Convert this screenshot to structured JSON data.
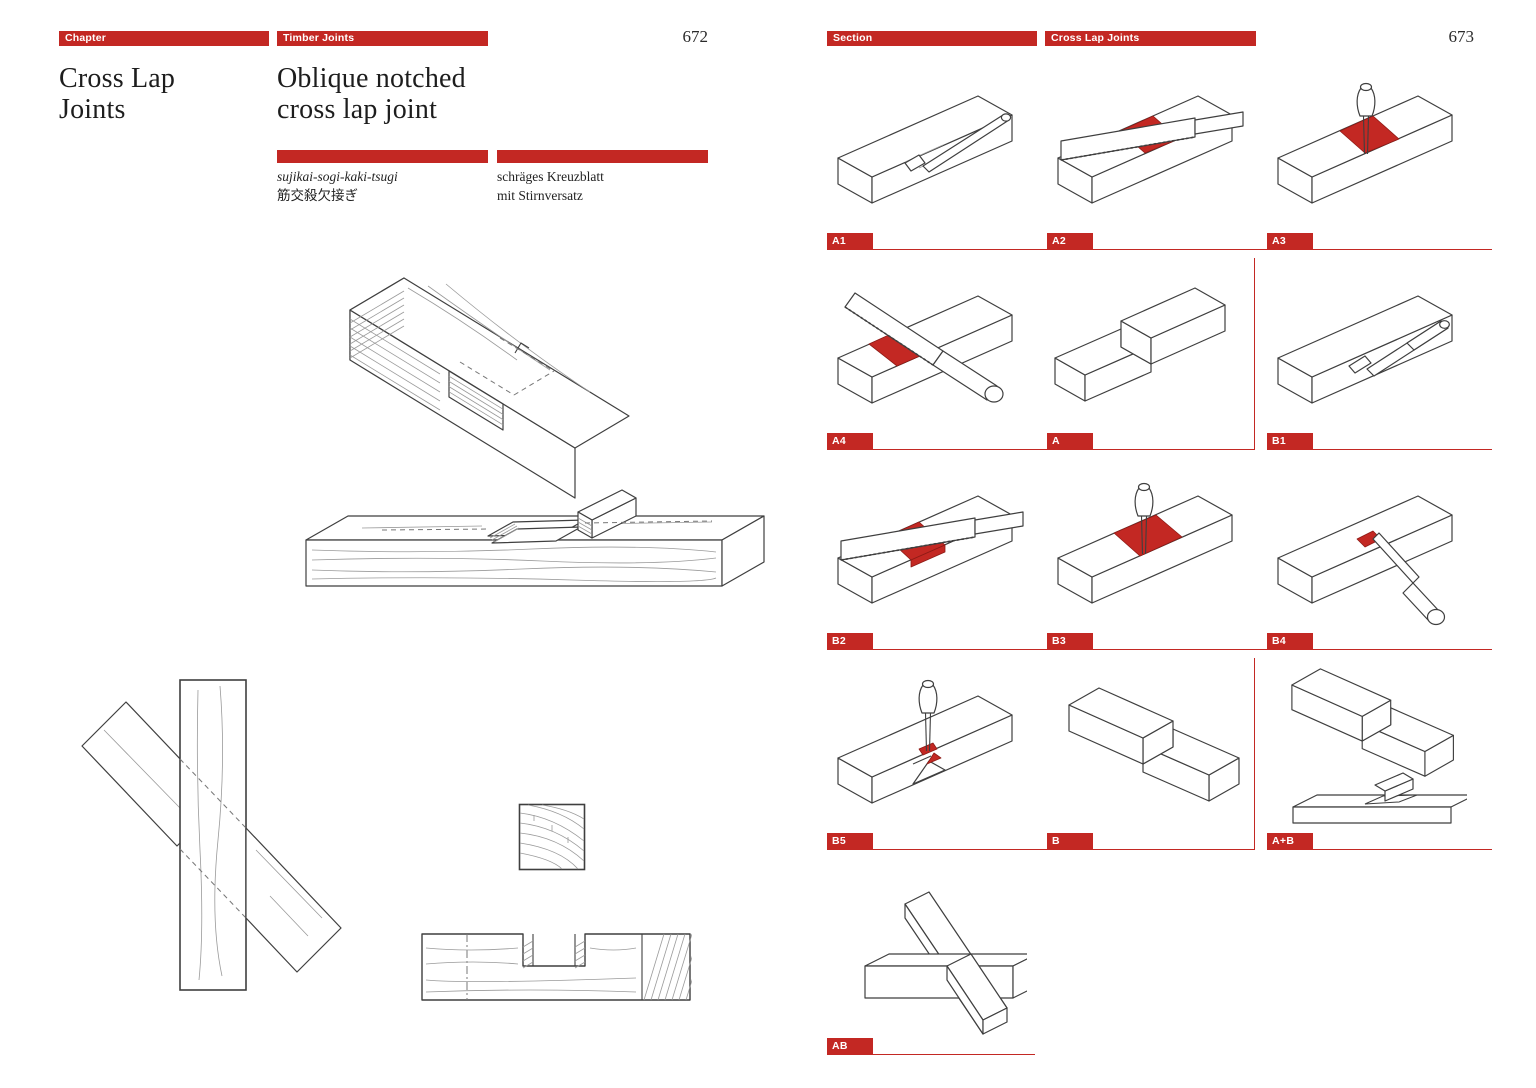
{
  "colors": {
    "accent": "#C32823",
    "ink": "#222222",
    "line_art": "#3f3f3f"
  },
  "left_page": {
    "page_number": "672",
    "tag_chapter": "Chapter",
    "tag_category": "Timber Joints",
    "title": "Cross Lap\nJoints",
    "subtitle": "Oblique notched\ncross lap joint",
    "romaji": "sujikai-sogi-kaki-tsugi",
    "kanji": "筋交殺欠接ぎ",
    "german_line1": "schräges Kreuzblatt",
    "german_line2": "mit Stirnversatz"
  },
  "right_page": {
    "page_number": "673",
    "tag_section": "Section",
    "tag_topic": "Cross Lap Joints",
    "rows": [
      {
        "divider": false,
        "rule_end": 1492,
        "cells": [
          {
            "label": "A1",
            "figure": "mark"
          },
          {
            "label": "A2",
            "figure": "saw-cut"
          },
          {
            "label": "A3",
            "figure": "chisel-pare"
          }
        ]
      },
      {
        "divider": true,
        "rule_end": 1492,
        "cells": [
          {
            "label": "A4",
            "figure": "saw-steep"
          },
          {
            "label": "A",
            "figure": "half-lap"
          },
          {
            "label": "B1",
            "figure": "mark-back"
          }
        ]
      },
      {
        "divider": false,
        "rule_end": 1492,
        "cells": [
          {
            "label": "B2",
            "figure": "saw-cut2"
          },
          {
            "label": "B3",
            "figure": "chisel-pare2"
          },
          {
            "label": "B4",
            "figure": "chisel-diagonal"
          }
        ]
      },
      {
        "divider": true,
        "rule_end": 1492,
        "cells": [
          {
            "label": "B5",
            "figure": "chisel-notch"
          },
          {
            "label": "B",
            "figure": "half-lap-mirror"
          },
          {
            "label": "A+B",
            "figure": "exploded-pair"
          }
        ]
      },
      {
        "divider": false,
        "rule_end": 1035,
        "cells": [
          {
            "label": "AB",
            "figure": "assembled-cross"
          }
        ]
      }
    ]
  }
}
